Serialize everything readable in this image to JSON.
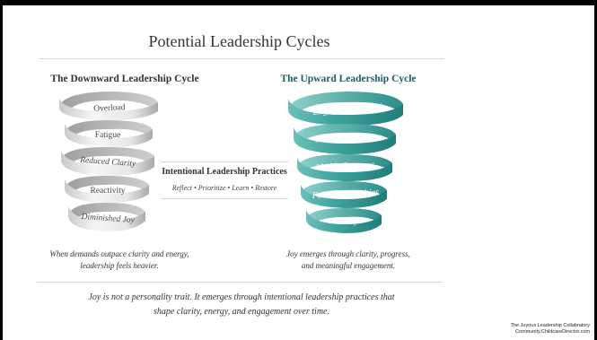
{
  "title": "Potential Leadership Cycles",
  "downward": {
    "heading": "The Downward Leadership Cycle",
    "rings": [
      "Overload",
      "Fatigue",
      "Reduced Clarity",
      "Reactivity",
      "Diminished Joy"
    ],
    "caption_line1": "When demands outpace clarity and energy,",
    "caption_line2": "leadership feels heavier."
  },
  "upward": {
    "heading": "The Upward Leadership Cycle",
    "rings": [
      "Engagement & Joy",
      "Renewed Energy",
      "Visible Progress",
      "Focused Priorities",
      "Clarity"
    ],
    "caption_line1": "Joy emerges through clarity, progress,",
    "caption_line2": "and meaningful engagement."
  },
  "middle": {
    "heading": "Intentional Leadership Practices",
    "practices": "Reflect • Prioritize • Learn • Restore"
  },
  "footer": {
    "line1": "Joy is not a personality trait. It emerges through intentional leadership practices that",
    "line2": "shape clarity, energy, and engagement over time."
  },
  "credit": {
    "line1": "The Joyous Leadership Collabratory",
    "line2": "Community.ChildcareDirector.com"
  },
  "colors": {
    "gray_light": "#f1f1f1",
    "gray_dark": "#a9a9a9",
    "teal_light": "#6cbfba",
    "teal_dark": "#1f7d7a"
  }
}
